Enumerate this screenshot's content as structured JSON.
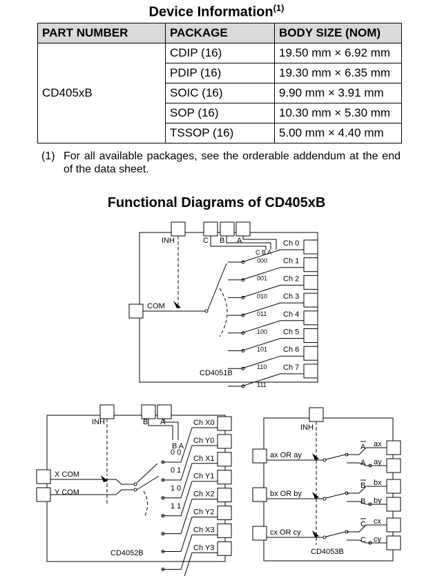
{
  "device_info": {
    "title": "Device Information",
    "title_note": "(1)",
    "headers": [
      "PART NUMBER",
      "PACKAGE",
      "BODY SIZE (NOM)"
    ],
    "part_number": "CD405xB",
    "rows": [
      {
        "package": "CDIP (16)",
        "body": "19.50 mm × 6.92 mm"
      },
      {
        "package": "PDIP (16)",
        "body": "19.30 mm × 6.35 mm"
      },
      {
        "package": "SOIC (16)",
        "body": "9.90 mm × 3.91 mm"
      },
      {
        "package": "SOP (16)",
        "body": "10.30 mm × 5.30 mm"
      },
      {
        "package": "TSSOP (16)",
        "body": "5.00 mm × 4.40 mm"
      }
    ],
    "footnote_num": "(1)",
    "footnote": "For all available packages, see the orderable addendum at the end of the data sheet."
  },
  "diagrams": {
    "title": "Functional Diagrams of CD405xB",
    "cd4051": {
      "name": "CD4051B",
      "inh": "INH",
      "c": "C",
      "b": "B",
      "a": "A",
      "header": "C B A",
      "com": "COM",
      "codes": [
        "000",
        "001",
        "010",
        "011",
        "100",
        "101",
        "110",
        "111"
      ],
      "channels": [
        "Ch 0",
        "Ch 1",
        "Ch 2",
        "Ch 3",
        "Ch 4",
        "Ch 5",
        "Ch 6",
        "Ch 7"
      ]
    },
    "cd4052": {
      "name": "CD4052B",
      "inh": "INH",
      "b": "B",
      "a": "A",
      "header": "B A",
      "x_com": "X COM",
      "y_com": "Y COM",
      "codes": [
        "0 0",
        "0 1",
        "1 0",
        "1 1"
      ],
      "channels": [
        "Ch X0",
        "Ch Y0",
        "Ch X1",
        "Ch Y1",
        "Ch X2",
        "Ch Y2",
        "Ch X3",
        "Ch Y3"
      ]
    },
    "cd4053": {
      "name": "CD4053B",
      "inh": "INH",
      "commons": [
        "ax OR ay",
        "bx OR by",
        "cx OR cy"
      ],
      "selects": [
        "A",
        "A",
        "B",
        "B",
        "C",
        "C"
      ],
      "outputs": [
        "ax",
        "ay",
        "bx",
        "by",
        "cx",
        "cy"
      ]
    }
  }
}
